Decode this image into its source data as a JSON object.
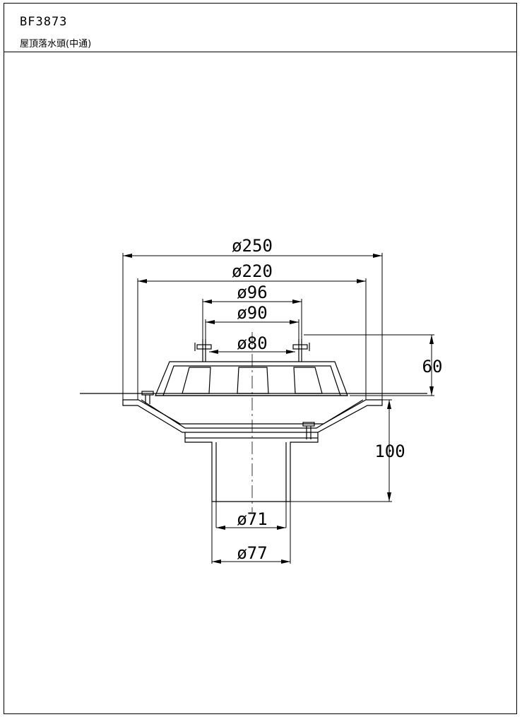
{
  "title": {
    "model": "BF3873",
    "name": "屋頂落水頭(中通)"
  },
  "dimensions": {
    "d250": "ø250",
    "d220": "ø220",
    "d96": "ø96",
    "d90": "ø90",
    "d80": "ø80",
    "h60": "60",
    "h100": "100",
    "d71": "ø71",
    "d77": "ø77"
  }
}
